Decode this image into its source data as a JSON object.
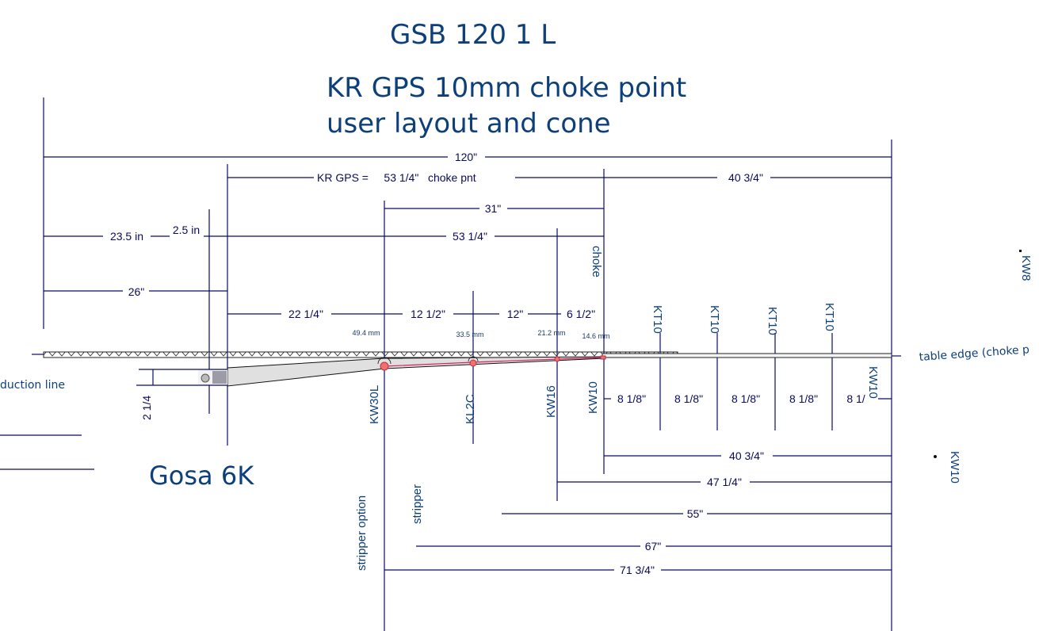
{
  "titles": {
    "main": "GSB 120 1 L",
    "subtitle_line1": "KR GPS 10mm choke point",
    "subtitle_line2": "user  layout and cone",
    "machine": "Gosa 6K"
  },
  "labels": {
    "table_edge": "table edge (choke p",
    "reduction_line": "duction line",
    "choke": "choke",
    "stripper_option": "stripper option",
    "stripper": "stripper",
    "offset": "2 1/4"
  },
  "dimensions": {
    "total": "120\"",
    "kr_gps": "KR GPS =     53 1/4\"   choke pnt",
    "right_top": "40 3/4\"",
    "d31": "31\"",
    "d53": "53 1/4\"",
    "d23_5": "23.5 in",
    "d2_5": "2.5 in",
    "d26": "26\"",
    "d22_1_4": "22 1/4\"",
    "d12_1_2": "12 1/2\"",
    "d12": "12\"",
    "d6_1_2": "6 1/2\"",
    "bottom": [
      "40 3/4\"",
      "47 1/4\"",
      "55\"",
      "67\"",
      "71 3/4\""
    ],
    "spacing": [
      "8 1/8\"",
      "8 1/8\"",
      "8 1/8\"",
      "8 1/8\"",
      "8 1/"
    ]
  },
  "cone_points": [
    {
      "element": "KW30L",
      "diameter": "49.4 mm"
    },
    {
      "element": "KL2C",
      "diameter": "33.5 mm"
    },
    {
      "element": "KW16",
      "diameter": "21.2 mm"
    },
    {
      "element": "KW10",
      "diameter": "14.6 mm"
    }
  ],
  "table_elements": [
    "KT10",
    "KT10",
    "KT10",
    "KT10",
    "KW10"
  ],
  "outside_elements": [
    "KW8",
    "KW10"
  ],
  "colors": {
    "line": "#0a0a6a",
    "text": "#0d3f7a",
    "cone": "#e0e0e0",
    "cone_line": "#d4285a",
    "cone_dot": "#f07070"
  }
}
